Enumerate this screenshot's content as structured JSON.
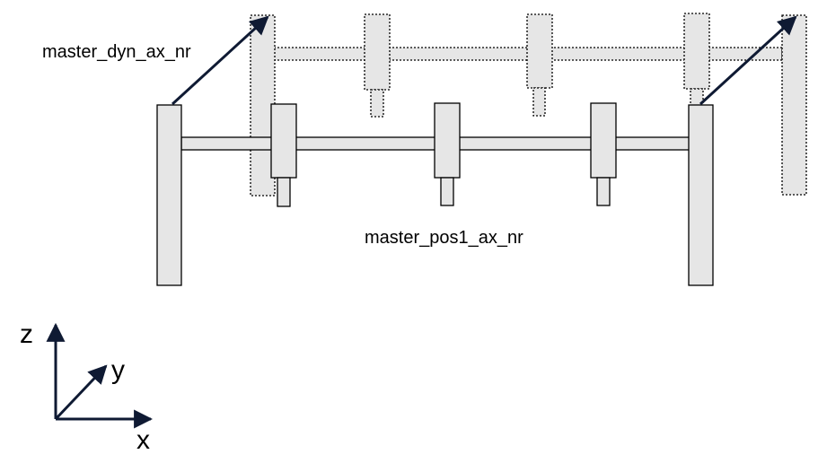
{
  "labels": {
    "dynamic_axis": "master_dyn_ax_nr",
    "position_axis": "master_pos1_ax_nr"
  },
  "axes": {
    "z": "z",
    "y": "y",
    "x": "x"
  },
  "colors": {
    "part_fill": "#e6e6e6",
    "outline": "#000000",
    "arrow": "#0f1a33"
  }
}
